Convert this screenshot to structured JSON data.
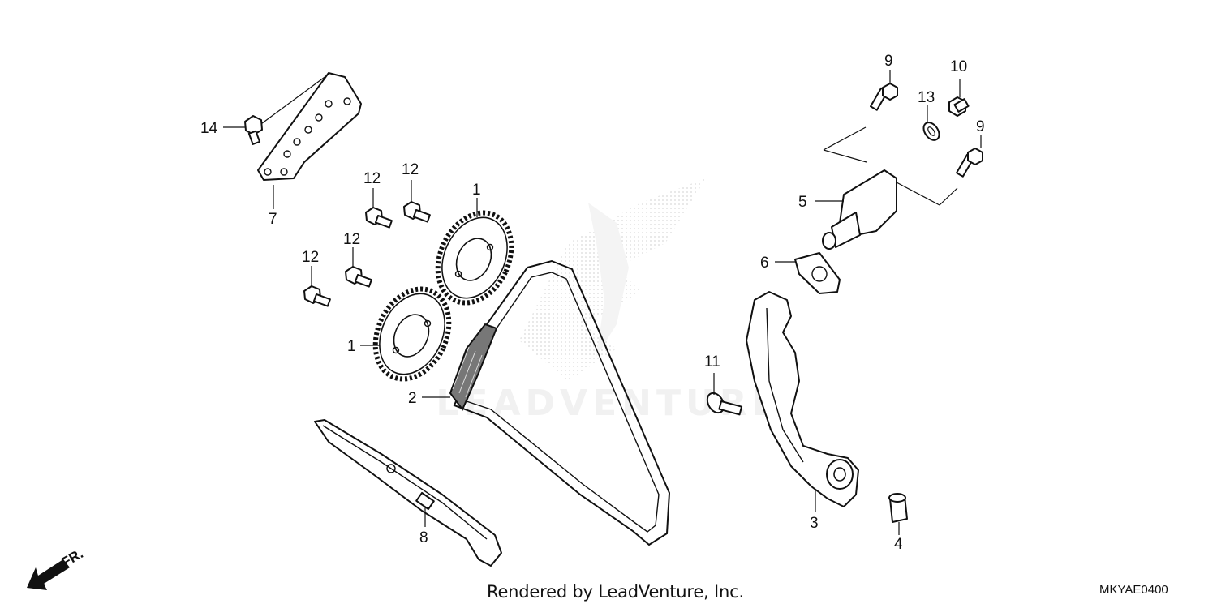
{
  "diagram": {
    "credit": "Rendered by LeadVenture, Inc.",
    "diagram_code": "MKYAE0400",
    "front_label": "FR.",
    "watermark_text": "LEADVENTURE",
    "callouts": {
      "c1a": "1",
      "c1b": "1",
      "c2": "2",
      "c3": "3",
      "c4": "4",
      "c5": "5",
      "c6": "6",
      "c7": "7",
      "c8": "8",
      "c9a": "9",
      "c9b": "9",
      "c10": "10",
      "c11": "11",
      "c12a": "12",
      "c12b": "12",
      "c12c": "12",
      "c12d": "12",
      "c13": "13",
      "c14": "14"
    }
  }
}
